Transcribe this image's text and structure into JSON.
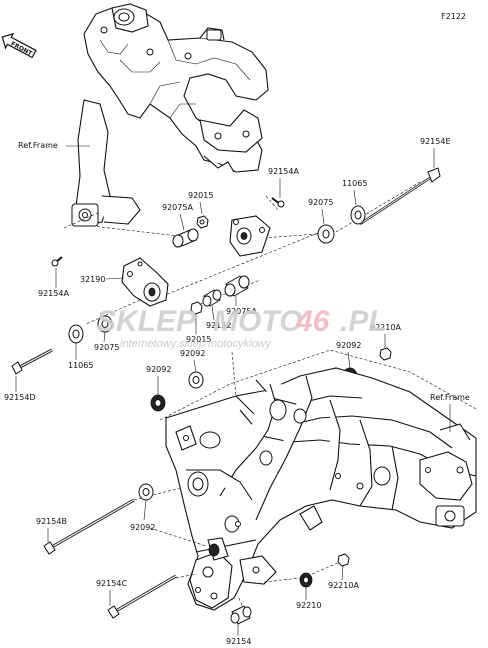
{
  "figure_code": "F2122",
  "front_label": "FRONT",
  "ref_frame_left": "Ref.Frame",
  "ref_frame_right": "Ref.Frame",
  "watermark": {
    "brand_part1": "SKLEP",
    "brand_part2": "MOTO",
    "brand_part3": "46",
    "brand_part4": ".PL",
    "tagline": "internetowy sklep motocyklowy"
  },
  "part_labels": {
    "p92154E": "92154E",
    "p11065_top": "11065",
    "p92154A_top": "92154A",
    "p92015_top": "92015",
    "p92075A_top": "92075A",
    "p92075_top": "92075",
    "p92154A_left": "92154A",
    "p32190": "32190",
    "p92075A_mid": "92075A",
    "p92152": "92152",
    "p92015_mid": "92015",
    "p92210A_top": "92210A",
    "p92092_a": "92092",
    "p92092_b": "92092",
    "p92092_c": "92092",
    "p92075_left": "92075",
    "p11065_left": "11065",
    "p92154D": "92154D",
    "p92154B": "92154B",
    "p92092_d": "92092",
    "p92154C": "92154C",
    "p92210A_bottom": "92210A",
    "p92210": "92210",
    "p92154": "92154"
  }
}
